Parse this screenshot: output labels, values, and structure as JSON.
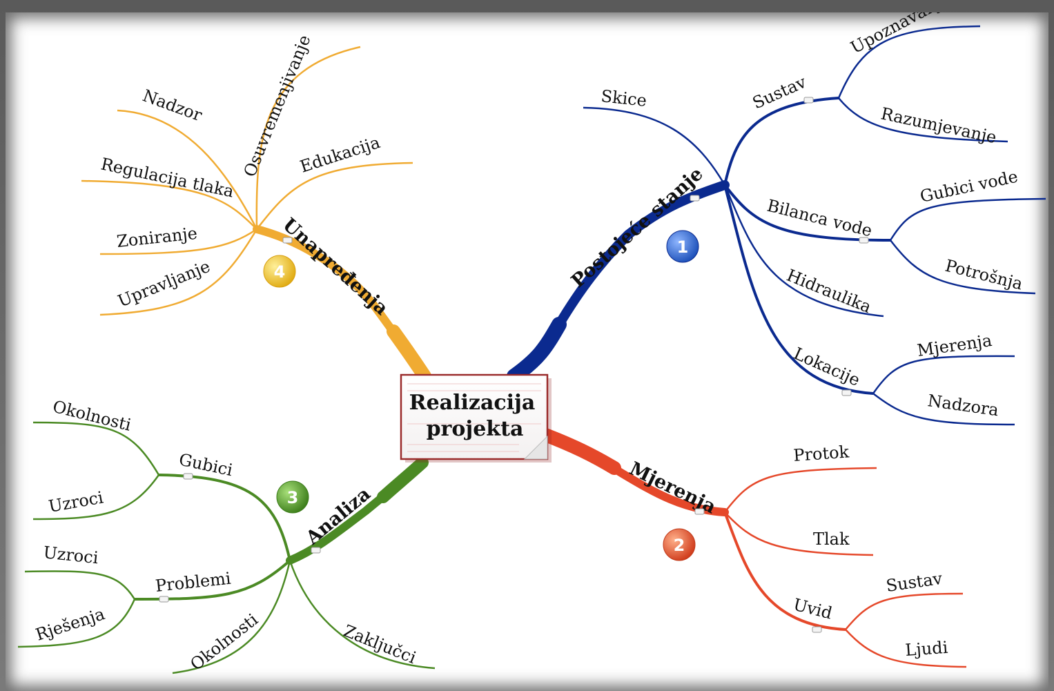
{
  "central": {
    "line1": "Realizacija",
    "line2": "projekta"
  },
  "colors": {
    "blue": "#0b2a8f",
    "red": "#e5482a",
    "green": "#4b8a24",
    "orange": "#f0ab32"
  },
  "branches": {
    "postojece": {
      "label": "Postojeće stanje",
      "number": "1",
      "children": {
        "skice": "Skice",
        "sustav": {
          "label": "Sustav",
          "children": [
            "Upoznavanje",
            "Razumjevanje"
          ]
        },
        "bilanca": {
          "label": "Bilanca vode",
          "children": [
            "Gubici vode",
            "Potrošnja"
          ]
        },
        "hidraulika": "Hidraulika",
        "lokacije": {
          "label": "Lokacije",
          "children": [
            "Mjerenja",
            "Nadzora"
          ]
        }
      }
    },
    "mjerenja": {
      "label": "Mjerenja",
      "number": "2",
      "children": {
        "protok": "Protok",
        "tlak": "Tlak",
        "uvid": {
          "label": "Uvid",
          "children": [
            "Sustav",
            "Ljudi"
          ]
        }
      }
    },
    "analiza": {
      "label": "Analiza",
      "number": "3",
      "children": {
        "gubici": {
          "label": "Gubici",
          "children": [
            "Okolnosti",
            "Uzroci"
          ]
        },
        "problemi": {
          "label": "Problemi",
          "children": [
            "Uzroci",
            "Rješenja"
          ]
        },
        "okolnosti": "Okolnosti",
        "zakljucci": "Zaključci"
      }
    },
    "unapredjenja": {
      "label": "Unapređenja",
      "number": "4",
      "children": [
        "Nadzor",
        "Osuvremenjivanje",
        "Edukacija",
        "Regulacija tlaka",
        "Zoniranje",
        "Upravljanje"
      ]
    }
  }
}
